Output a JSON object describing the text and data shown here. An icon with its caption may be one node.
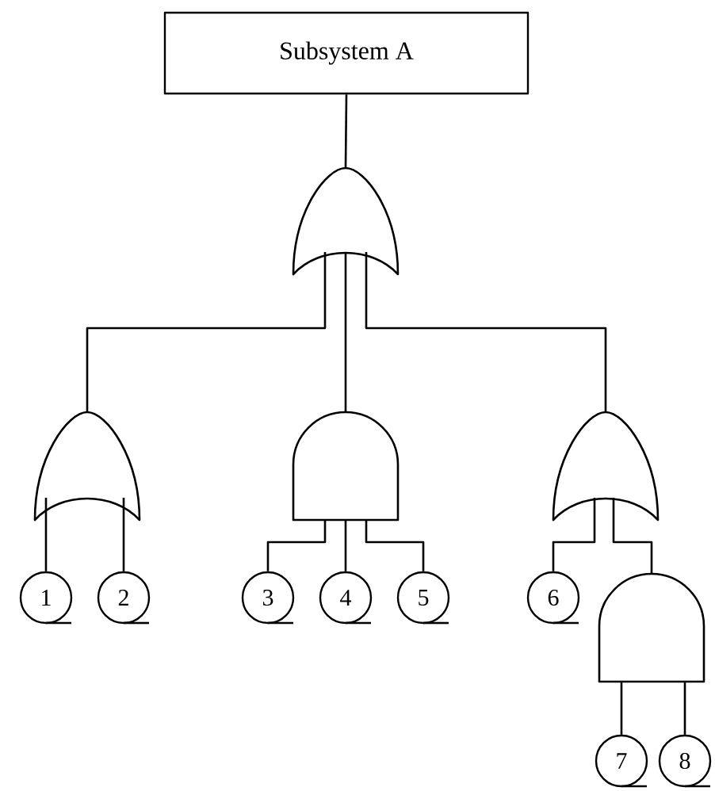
{
  "diagram": {
    "nodes": [
      {
        "text": [
          "Subsystem A"
        ]
      },
      {
        "text": [],
        "shape": "or-gate"
      },
      {
        "text": [],
        "shape": "or-gate"
      },
      {
        "text": [],
        "shape": "and-gate"
      },
      {
        "text": [],
        "shape": "or-gate"
      },
      {
        "text": [
          "1"
        ]
      },
      {
        "text": [
          "2"
        ]
      },
      {
        "text": [
          "3"
        ]
      },
      {
        "text": [
          "4"
        ]
      },
      {
        "text": [
          "5"
        ]
      },
      {
        "text": [
          "6"
        ]
      },
      {
        "text": [],
        "shape": "and-gate"
      },
      {
        "text": [
          "7"
        ]
      },
      {
        "text": [
          "8"
        ]
      }
    ],
    "edges": [
      {
        "from": 0,
        "to": 1,
        "arrow": "none"
      },
      {
        "from": 1,
        "to": 2,
        "arrow": "none"
      },
      {
        "from": 1,
        "to": 3,
        "arrow": "none"
      },
      {
        "from": 1,
        "to": 4,
        "arrow": "none"
      },
      {
        "from": 2,
        "to": 5,
        "arrow": "none"
      },
      {
        "from": 2,
        "to": 6,
        "arrow": "none"
      },
      {
        "from": 3,
        "to": 7,
        "arrow": "none"
      },
      {
        "from": 3,
        "to": 8,
        "arrow": "none"
      },
      {
        "from": 3,
        "to": 9,
        "arrow": "none"
      },
      {
        "from": 4,
        "to": 10,
        "arrow": "none"
      },
      {
        "from": 4,
        "to": 11,
        "arrow": "none"
      },
      {
        "from": 11,
        "to": 12,
        "arrow": "none"
      },
      {
        "from": 11,
        "to": 13,
        "arrow": "none"
      }
    ]
  }
}
